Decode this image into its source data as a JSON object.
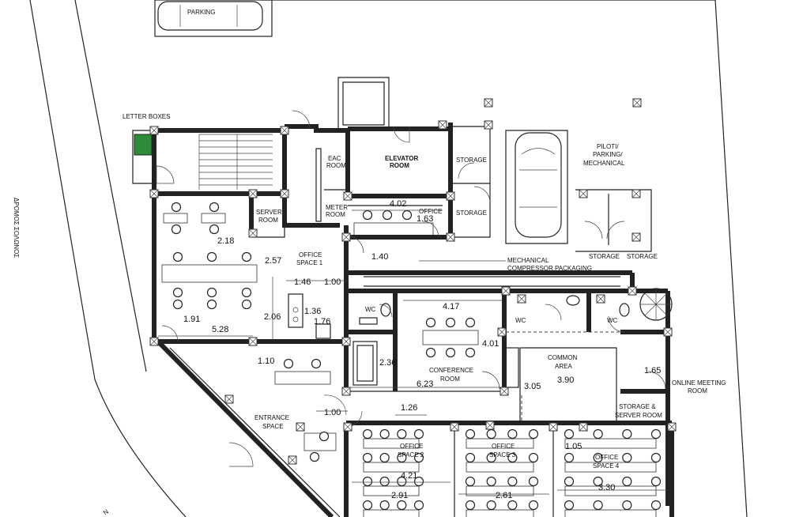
{
  "rooms": {
    "letter_boxes": "LETTER BOXES",
    "street_name": "ΔΡΟΜΟΣ ΣΟΛΩΝΟΣ",
    "car_top": "PARKING",
    "eac_room_1": "EAC",
    "eac_room_2": "ROOM",
    "meter_room_1": "METER",
    "meter_room_2": "ROOM",
    "elevator_room_1": "ELEVATOR",
    "elevator_room_2": "ROOM",
    "storage_1": "STORAGE",
    "storage_2": "STORAGE",
    "piloti_1": "PILOTI/",
    "piloti_2": "PARKING/",
    "piloti_3": "MECHANICAL",
    "storage_3": "STORAGE",
    "storage_4": "STORAGE",
    "server_room_1": "SERVER",
    "server_room_2": "ROOM",
    "office_space_1_a": "OFFICE",
    "office_space_1_b": "SPACE 1",
    "office_a": "OFFICE",
    "mechanical_1": "MECHANICAL",
    "mechanical_2": "COMPRESSOR PACKAGING",
    "wc_1": "WC",
    "wc_2": "WC",
    "wc_3": "WC",
    "conference_1": "CONFERENCE",
    "conference_2": "ROOM",
    "common_1": "COMMON",
    "common_2": "AREA",
    "online_meeting_1": "ONLINE MEETING",
    "online_meeting_2": "ROOM",
    "storage_server_1": "STORAGE &",
    "storage_server_2": "SERVER ROOM",
    "entrance_1": "ENTRANCE",
    "entrance_2": "SPACE",
    "office_space_2_a": "OFFICE",
    "office_space_2_b": "SPACE 2",
    "office_space_3_a": "OFFICE",
    "office_space_3_b": "SPACE 3",
    "office_space_4_a": "OFFICE",
    "office_space_4_b": "SPACE 4",
    "north_mark": "N"
  },
  "dimensions": {
    "d_4_02": "4.02",
    "d_1_63": "1.63",
    "d_2_18": "2.18",
    "d_2_57": "2.57",
    "d_1_40": "1.40",
    "d_1_46": "1.46",
    "d_1_00_a": "1.00",
    "d_1_36": "1.36",
    "d_1_91": "1.91",
    "d_2_06": "2.06",
    "d_1_76": "1.76",
    "d_5_28": "5.28",
    "d_4_17": "4.17",
    "d_4_01": "4.01",
    "d_2_36": "2.36",
    "d_1_10": "1.10",
    "d_6_23": "6.23",
    "d_3_05": "3.05",
    "d_3_90": "3.90",
    "d_1_65": "1.65",
    "d_1_00_b": "1.00",
    "d_1_26": "1.26",
    "d_1_05": "1.05",
    "d_4_21": "4.21",
    "d_2_91": "2.91",
    "d_2_61": "2.61",
    "d_3_30": "3.30"
  }
}
